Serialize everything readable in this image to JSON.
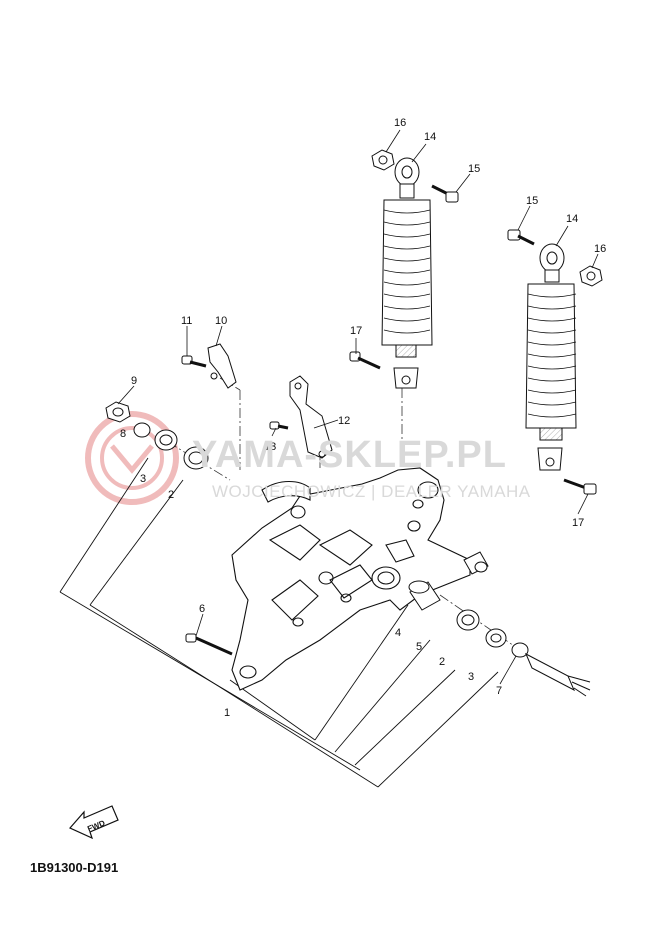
{
  "watermark": {
    "main": "YAMA-SKLEP.PL",
    "sub": "WOJCIECHOWICZ | DEALER YAMAHA"
  },
  "fwd_label": "FWD",
  "diagram_code": "1B91300-D191",
  "callouts": [
    "1",
    "2",
    "3",
    "4",
    "5",
    "6",
    "7",
    "8",
    "9",
    "10",
    "11",
    "12",
    "13",
    "14",
    "15",
    "16",
    "17"
  ],
  "colors": {
    "line": "#111111",
    "watermark": "#e06a6a",
    "watermark_gray": "#d9d9d9"
  }
}
